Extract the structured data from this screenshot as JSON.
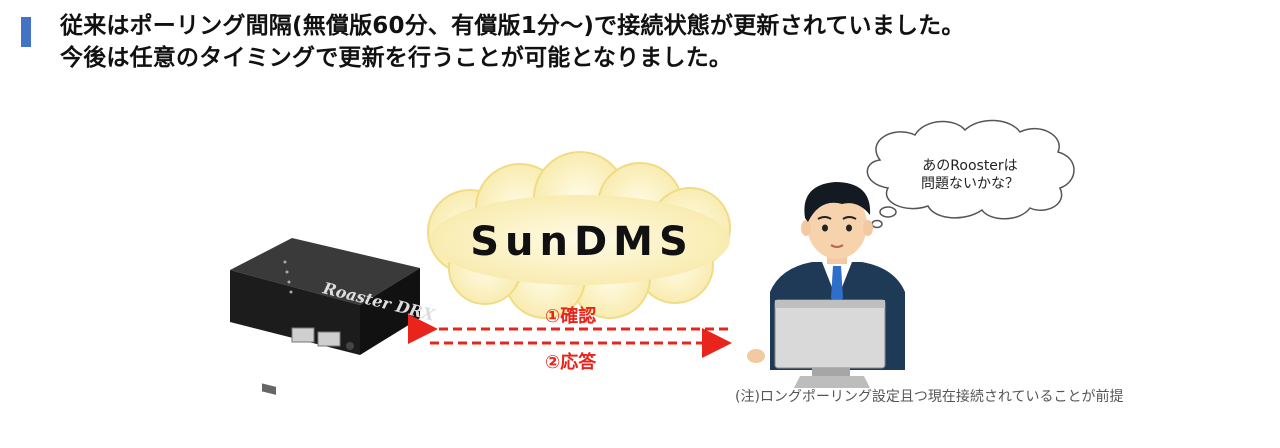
{
  "heading": {
    "line1": "従来はポーリング間隔(無償版60分、有償版1分～)で接続状態が更新されていました。",
    "line2": "今後は任意のタイミングで更新を行うことが可能となりました。"
  },
  "cloud": {
    "logo_text": "SunDMS"
  },
  "device": {
    "brand_text": "Roaster DRX"
  },
  "arrows": {
    "confirm_label": "①確認",
    "response_label": "②応答"
  },
  "thought": {
    "line1": "あのRoosterは",
    "line2": "問題ないかな？"
  },
  "footnote": "(注)ロングポーリング設定且つ現在接続されていることが前提",
  "colors": {
    "accent": "#4472c4",
    "arrow": "#e8241c",
    "cloud_fill": "#fdf3c2",
    "device_body": "#1c1c1c"
  }
}
